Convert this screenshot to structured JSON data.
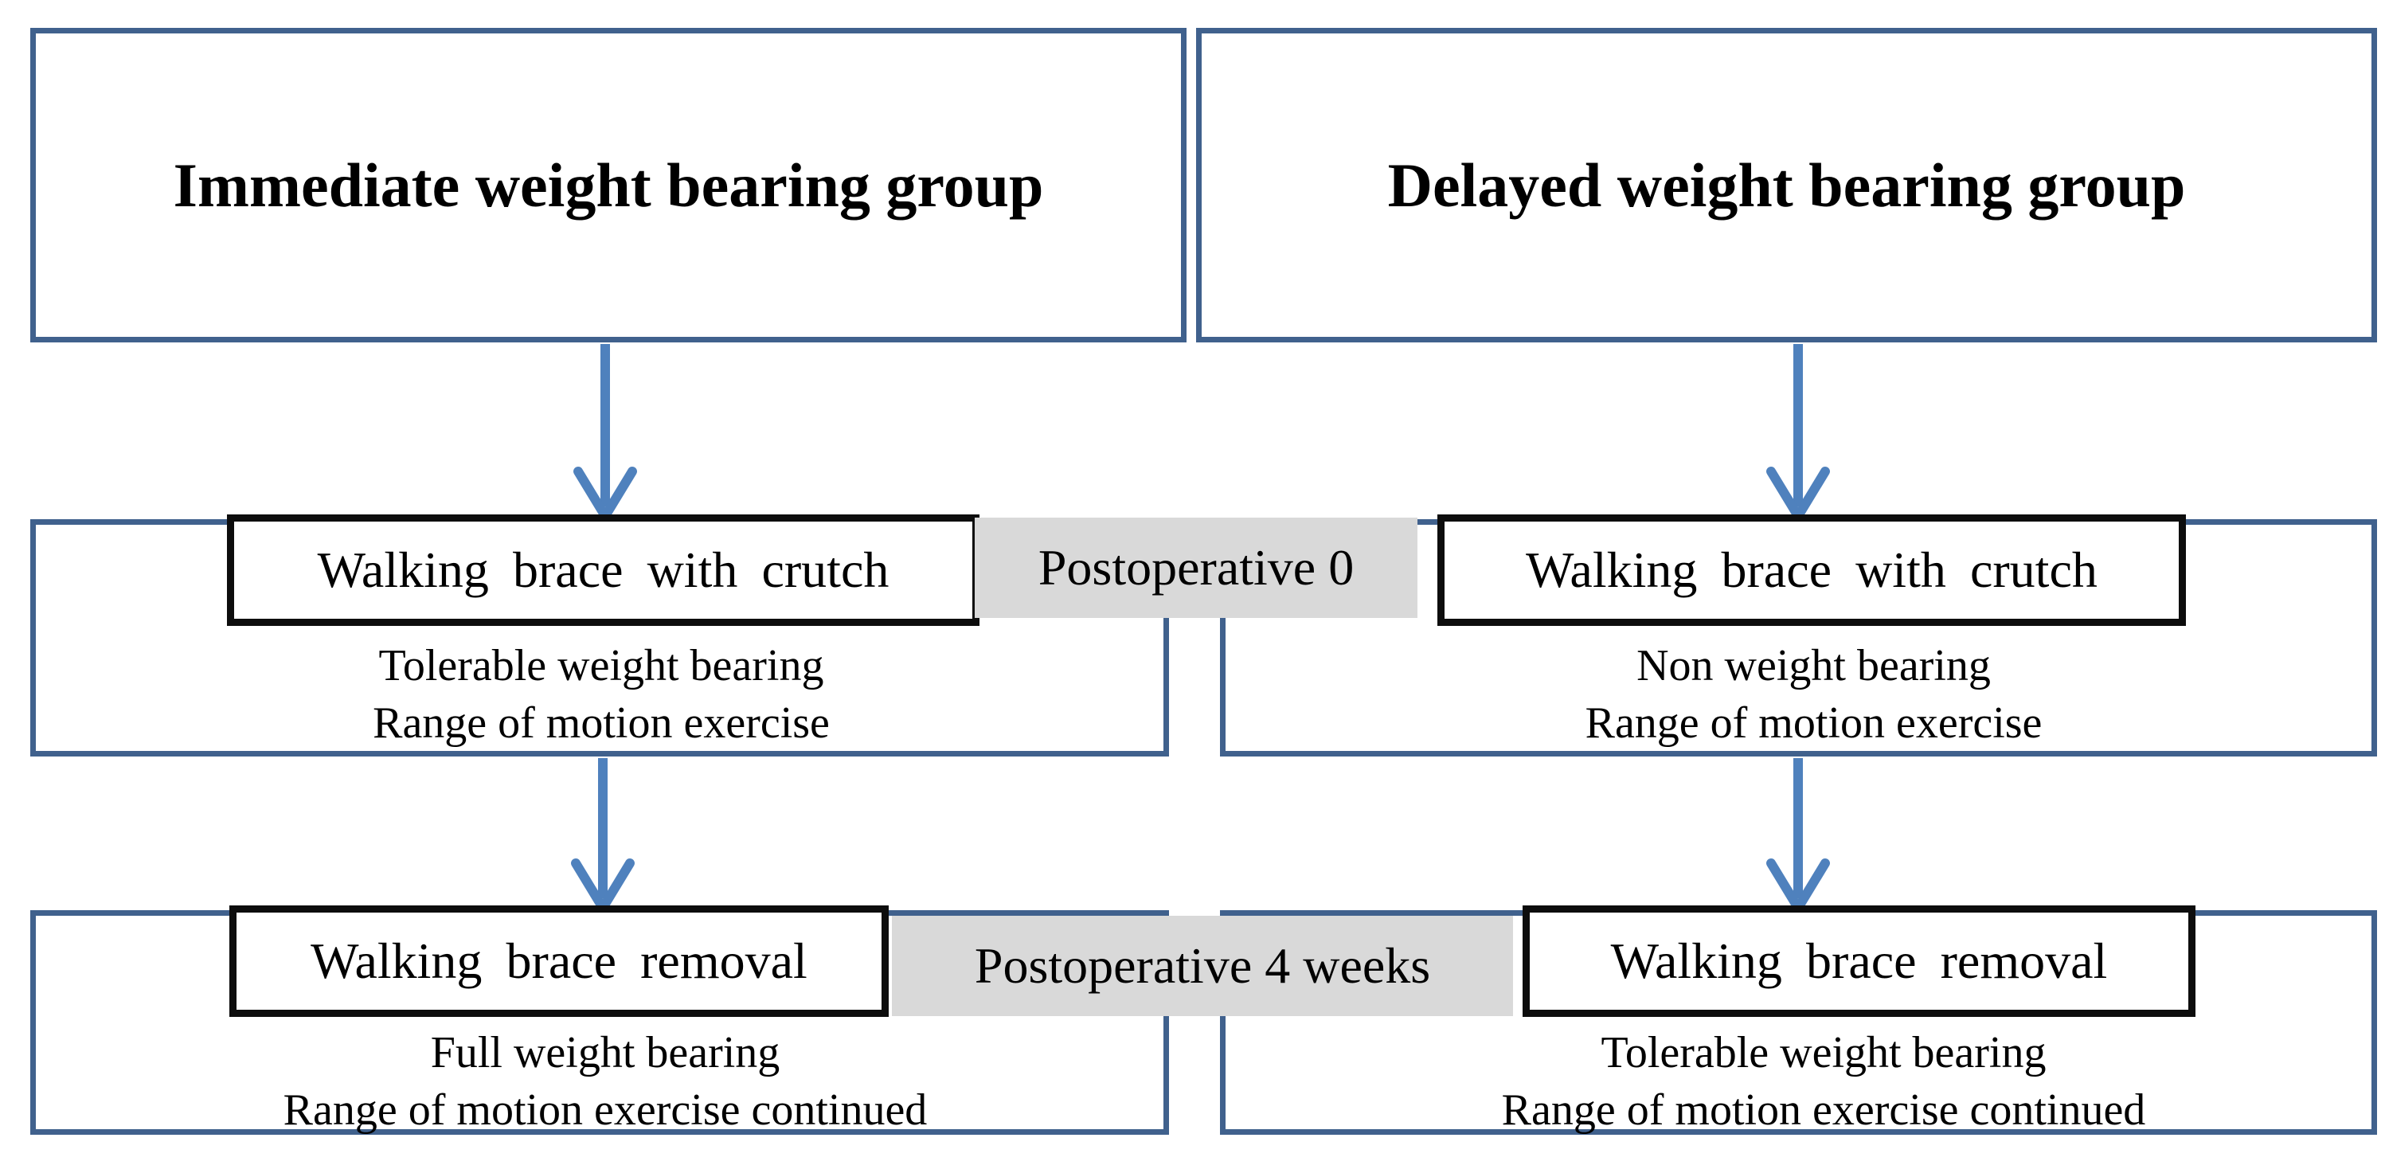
{
  "figure": {
    "colors": {
      "outer_border": "#40618d",
      "inner_border": "#0d0d0d",
      "arrow": "#4f81bd",
      "timeline_bg": "#d9d9d9",
      "text": "#000000",
      "background": "#ffffff"
    },
    "left_group": {
      "title": "Immediate weight bearing group",
      "stage1": {
        "box_label": "Walking brace with crutch",
        "line1": "Tolerable weight bearing",
        "line2": "Range of motion exercise"
      },
      "stage2": {
        "box_label": "Walking brace removal",
        "line1": "Full weight bearing",
        "line2": "Range of motion exercise continued"
      }
    },
    "right_group": {
      "title": "Delayed weight bearing group",
      "stage1": {
        "box_label": "Walking brace with crutch",
        "line1": "Non weight bearing",
        "line2": "Range of motion exercise"
      },
      "stage2": {
        "box_label": "Walking brace removal",
        "line1": "Tolerable weight bearing",
        "line2": "Range of motion exercise continued"
      }
    },
    "timeline": {
      "stage1_label": "Postoperative 0",
      "stage2_label": "Postoperative 4 weeks"
    }
  }
}
